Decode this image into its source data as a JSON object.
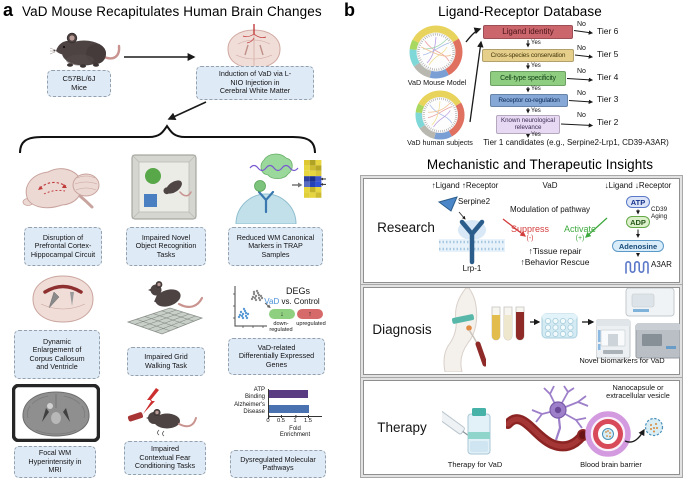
{
  "chart_data": [
    {
      "type": "bar",
      "title": "Dysregulated Molecular Pathways (fold enrichment)",
      "categories": [
        "ATP Binding",
        "Alzheimer's Disease"
      ],
      "values": [
        1.5,
        1.55
      ],
      "xlabel": "Fold Enrichment",
      "xlim": [
        0,
        2
      ],
      "xticks": [
        0,
        0.5,
        1,
        1.5
      ],
      "colors": [
        "#5a3c82",
        "#4a72b0"
      ],
      "legend_position": "none"
    },
    {
      "type": "scatter",
      "title": "DEGs VaD vs. Control",
      "series": [
        {
          "name": "VaD",
          "color": "#4a90d9",
          "cluster": "lower-left"
        },
        {
          "name": "Control",
          "color": "#8c8c8c",
          "cluster": "upper-right"
        }
      ],
      "annotations": [
        "↓ down-regulated",
        "↑ upregulated"
      ]
    },
    {
      "type": "heatmap",
      "title": "TRAP sample heatmap",
      "description": "yellow matrix with reduced (blue) WM canonical marker rows indicated by arrows"
    }
  ],
  "panel_a": {
    "label": "a",
    "title": "VaD Mouse Recapitulates Human Brain Changes",
    "mouse_caption": "C57BL/6J\nMice",
    "induction_caption": "Induction of VaD via L-\nNIO Injection in\nCerebral White Matter",
    "items": [
      {
        "label": "Disruption of\nPrefrontal Cortex-\nHippocampal Circuit"
      },
      {
        "label": "Impaired Novel\nObject Recognition\nTasks"
      },
      {
        "label": "Reduced WM Canonical\nMarkers in TRAP\nSamples"
      },
      {
        "label": "Dynamic\nEnlargement of\nCorpus Callosum\nand Ventricle"
      },
      {
        "label": "Impaired Grid\nWalking Task"
      },
      {
        "label": "VaD-related\nDifferentially Expressed\nGenes"
      },
      {
        "label": "Focal WM\nHyperintensity in\nMRI"
      },
      {
        "label": "Impaired\nContextual Fear\nConditioning Tasks"
      },
      {
        "label": "Dysregulated Molecular\nPathways"
      }
    ],
    "deg": {
      "title": "DEGs",
      "series_vad": "VaD",
      "series_vs": " vs. Control",
      "vad_color": "#4a90d9",
      "down_symbol": "↓",
      "up_symbol": "↑",
      "down_label": "down-\nregulated",
      "up_label": "upregulated",
      "down_color": "#8fd080",
      "up_color": "#d66a6a"
    },
    "enrichment": {
      "bars": [
        {
          "label": "ATP\nBinding",
          "color": "#5a3c82"
        },
        {
          "label": "Alzheimer's\nDisease",
          "color": "#4a72b0"
        }
      ],
      "ticks": [
        "0",
        "0.5",
        "1",
        "1.5"
      ],
      "xlabel": "Fold\nEnrichment"
    }
  },
  "panel_b": {
    "label": "b",
    "db_title": "Ligand-Receptor Database",
    "chord_mouse_caption": "VaD Mouse Model",
    "chord_human_caption": "VaD human subjects",
    "flow": {
      "steps": [
        {
          "text": "Ligand identity",
          "no": "No",
          "yes": "Yes",
          "tier": "Tier 6",
          "color": "#cb666d"
        },
        {
          "text": "Cross-species conservation",
          "no": "No",
          "yes": "Yes",
          "tier": "Tier 5",
          "color": "#e5cf8a"
        },
        {
          "text": "Cell-type specificity",
          "no": "No",
          "yes": "Yes",
          "tier": "Tier 4",
          "color": "#8fcd81"
        },
        {
          "text": "Receptor co-regulation",
          "no": "No",
          "yes": "Yes",
          "tier": "Tier 3",
          "color": "#85a8d6"
        },
        {
          "text": "Known neurological\nrelevance",
          "no": "No",
          "yes": "Yes",
          "tier": "Tier 2",
          "color": "#e7d8f3"
        }
      ],
      "tier1": "Tier 1 candidates (e.g., Serpine2-Lrp1, CD39-A3AR)"
    },
    "insights_title": "Mechanistic and Therapeutic Insights",
    "research": {
      "label": "Research",
      "up_pair": "↑Ligand ↑Receptor",
      "vad": "VaD",
      "down_pair": "↓Ligand ↓Receptor",
      "serpine2": "Serpine2",
      "lrp1": "Lrp-1",
      "modulation": "Modulation of pathway",
      "suppress": "Suppress",
      "suppress_sign": "(-)",
      "suppress_color": "#d43d3d",
      "activate": "Activate",
      "activate_sign": "(+)",
      "activate_color": "#3faa3f",
      "tissue_repair": "↑Tissue repair",
      "behavior_rescue": "↑Behavior Rescue",
      "atp": "ATP",
      "cd39": "CD39",
      "aging": "Aging",
      "adp": "ADP",
      "adenosine": "Adenosine",
      "a3ar": "A3AR"
    },
    "diagnosis": {
      "label": "Diagnosis",
      "caption": "Novel biomarkers for VaD"
    },
    "therapy": {
      "label": "Therapy",
      "vial_caption": "Therapy for VaD",
      "bbb_caption": "Blood brain barrier",
      "nano_caption": "Nanocapsule or\nextracellular vesicle"
    }
  }
}
